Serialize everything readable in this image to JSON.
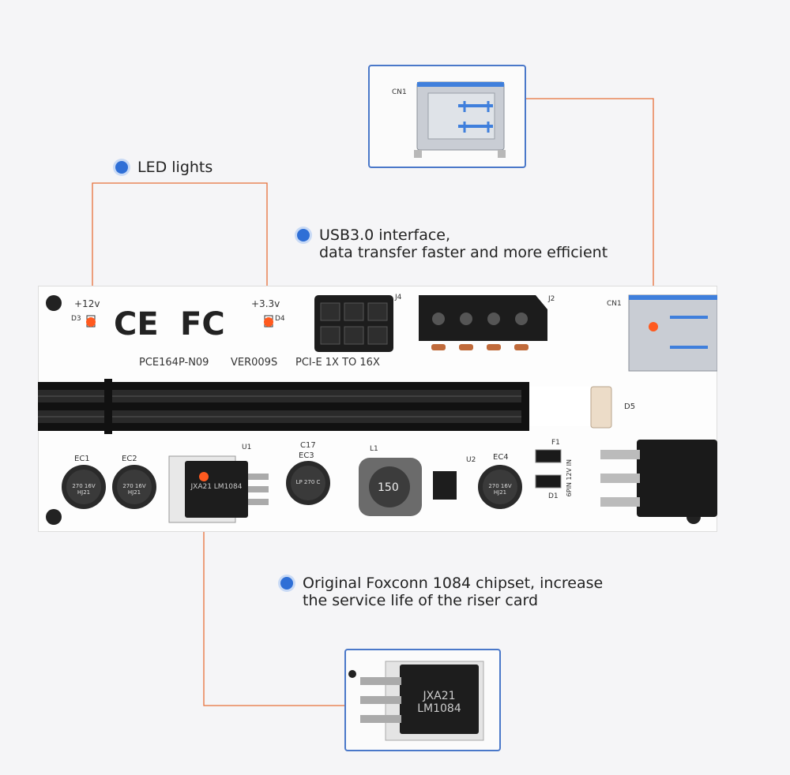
{
  "callouts": {
    "led": "LED lights",
    "usb_line1": "USB3.0 interface,",
    "usb_line2": "data transfer faster and more efficient",
    "chip_line1": "Original Foxconn 1084 chipset, increase",
    "chip_line2": "the service life of the riser card"
  },
  "board": {
    "led_left_voltage": "+12v",
    "led_left_label": "D3",
    "led_right_voltage": "+3.3v",
    "led_right_label": "D4",
    "ce_mark": "CE",
    "fc_mark": "FC",
    "model": "PCE164P-N09",
    "version": "VER009S",
    "slot_label": "PCI-E 1X TO 16X",
    "j4": "J4",
    "j2": "J2",
    "cn1": "CN1",
    "d5": "D5",
    "ec1": "EC1",
    "ec2": "EC2",
    "ec3": "EC3",
    "ec4": "EC4",
    "c17": "C17",
    "u1": "U1",
    "u2": "U2",
    "l1": "L1",
    "inductor_value": "150",
    "f1": "F1",
    "d1": "D1",
    "cap_text": "270 16V HJ21",
    "cap_lp": "LP 270 C",
    "pin_label": "6PIN 12V IN",
    "chip_text": "JXA21 LM1084"
  },
  "usb_inset": {
    "label": "CN1"
  },
  "chip_inset": {
    "text": "JXA21 LM1084"
  },
  "colors": {
    "accent": "#2f6fd6",
    "leader": "#e6703a",
    "inset_border": "#4a78c9"
  }
}
